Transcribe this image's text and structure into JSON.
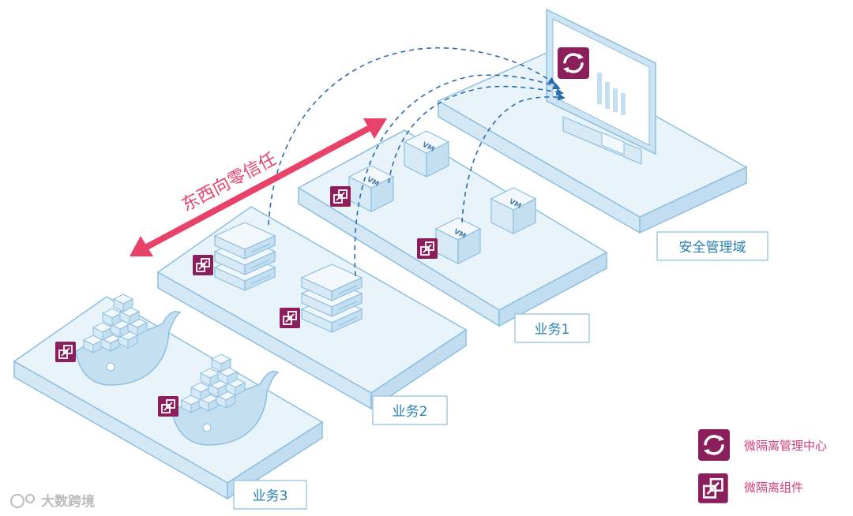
{
  "zones": {
    "security": "安全管理域",
    "biz1": "业务1",
    "biz2": "业务2",
    "biz3": "业务3"
  },
  "arrow_label": "东西向零信任",
  "vm_label": "VM",
  "legend": {
    "center": "微隔离管理中心",
    "component": "微隔离组件"
  },
  "watermark": "大数跨境",
  "colors": {
    "platform_fill": "#e9f3fa",
    "platform_stroke": "#8cbfe0",
    "accent": "#8b1f5c",
    "arrow": "#e8426a",
    "dashed": "#2b6cb0"
  }
}
